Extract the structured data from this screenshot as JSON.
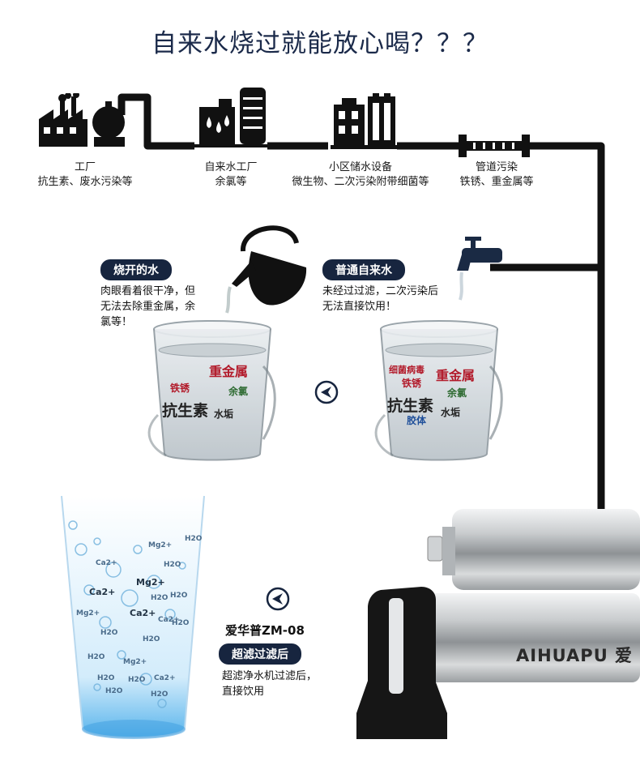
{
  "title": "自来水烧过就能放心喝？？？",
  "stages": [
    {
      "name": "工厂",
      "desc": "抗生素、废水污染等",
      "icon": "factory-icon"
    },
    {
      "name": "自来水工厂",
      "desc": "余氯等",
      "icon": "water-plant-icon"
    },
    {
      "name": "小区储水设备",
      "desc": "微生物、二次污染附带细菌等",
      "icon": "storage-building-icon"
    },
    {
      "name": "管道污染",
      "desc": "铁锈、重金属等",
      "icon": "pipe-icon"
    }
  ],
  "boiled": {
    "label": "烧开的水",
    "desc_lines": [
      "肉眼看着很干净，但",
      "无法去除重金属，余",
      "氯等！"
    ],
    "contaminants": [
      "重金属",
      "铁锈",
      "余氯",
      "抗生素",
      "水垢"
    ]
  },
  "tap": {
    "label": "普通自来水",
    "desc_lines": [
      "未经过过滤，二次污染后",
      "无法直接饮用！"
    ],
    "contaminants": [
      "细菌病毒",
      "铁锈",
      "重金属",
      "余氯",
      "抗生素",
      "胶体",
      "水垢"
    ]
  },
  "filtered": {
    "product": "爱华普ZM-08",
    "label": "超滤过滤后",
    "desc_lines": [
      "超滤净水机过滤后，",
      "直接饮用"
    ],
    "ions": [
      "Mg2+",
      "Ca2+",
      "Ca2+",
      "Mg2+",
      "H2O",
      "Ca2+",
      "H2O",
      "H2O",
      "Mg2+",
      "H2O",
      "H2O",
      "H2O",
      "H2O",
      "Ca2+",
      "H2O",
      "Ca2+",
      "Mg2+",
      "H2O",
      "H2O",
      "H2O",
      "H2O"
    ]
  },
  "brand": "AIHUAPU 爱",
  "colors": {
    "navy": "#17253f",
    "pipe": "#111111",
    "title": "#1b2a4a"
  }
}
